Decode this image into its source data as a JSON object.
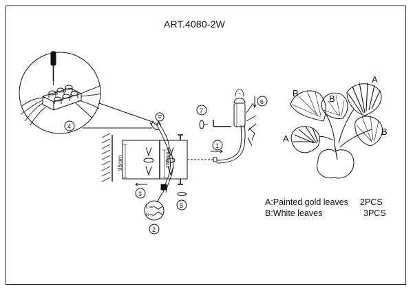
{
  "article": "ART.4080-2W",
  "dimensions": {
    "height": "95mm",
    "depth": "100mm"
  },
  "steps": [
    "1",
    "2",
    "3",
    "4",
    "5",
    "6",
    "7"
  ],
  "wire_labels": {
    "live": "L",
    "neutral": "N"
  },
  "leaf_markers": {
    "gold": "A",
    "white": "B"
  },
  "legend": [
    {
      "label": "A:Painted gold leaves",
      "qty": "2PCS"
    },
    {
      "label": "B:White leaves",
      "qty": "3PCS"
    }
  ]
}
